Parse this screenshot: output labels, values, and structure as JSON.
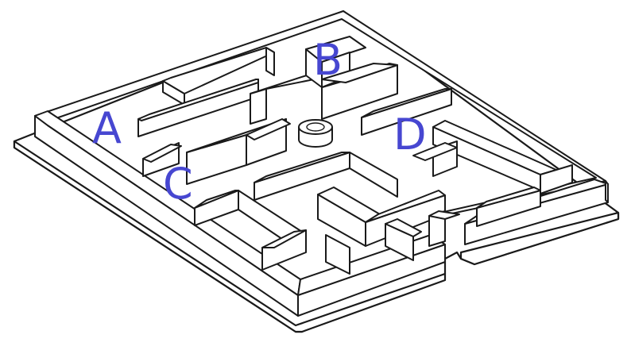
{
  "labels": {
    "a": "A",
    "b": "B",
    "c": "C",
    "d": "D"
  },
  "colors": {
    "label": "#4747d1",
    "line": "#1a1a1a",
    "fill": "#ffffff"
  }
}
